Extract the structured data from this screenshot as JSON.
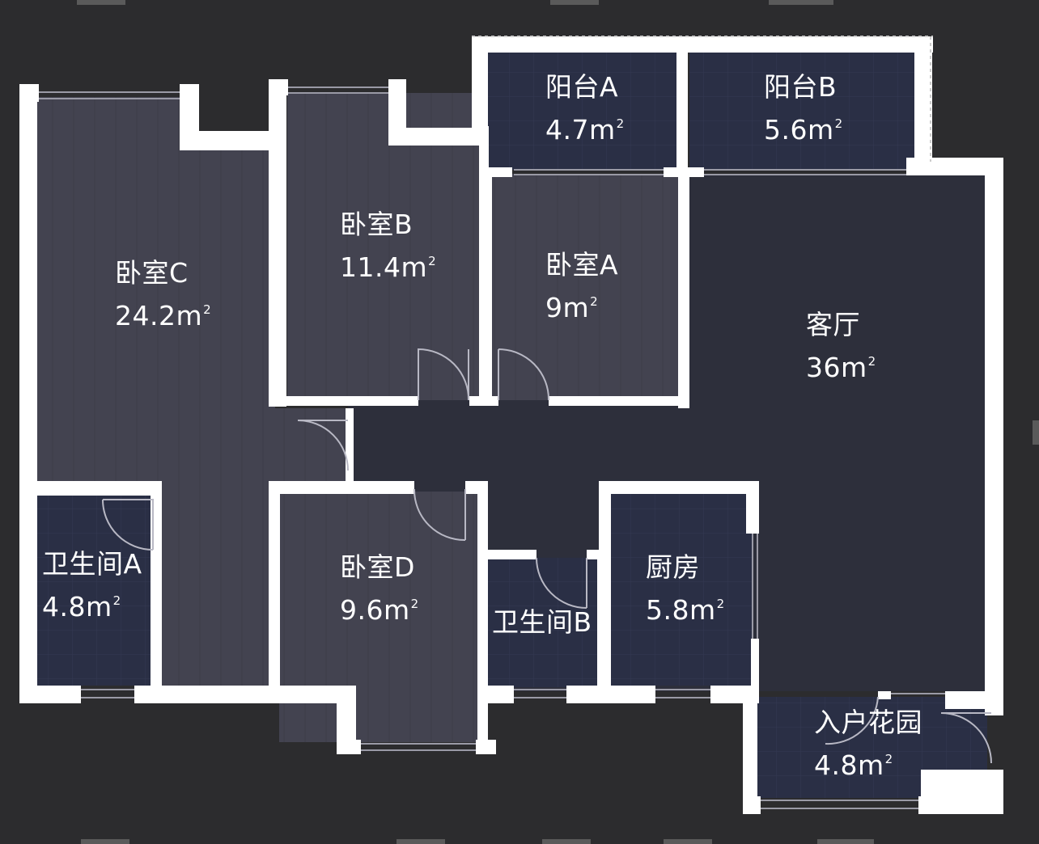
{
  "rooms": [
    {
      "id": "bedroom-c",
      "name": "卧室C",
      "area": "24.2",
      "unit": "m",
      "sup": "2"
    },
    {
      "id": "bedroom-b",
      "name": "卧室B",
      "area": "11.4",
      "unit": "m",
      "sup": "2"
    },
    {
      "id": "balcony-a",
      "name": "阳台A",
      "area": "4.7",
      "unit": "m",
      "sup": "2"
    },
    {
      "id": "balcony-b",
      "name": "阳台B",
      "area": "5.6",
      "unit": "m",
      "sup": "2"
    },
    {
      "id": "bedroom-a",
      "name": "卧室A",
      "area": "9",
      "unit": "m",
      "sup": "2"
    },
    {
      "id": "living-room",
      "name": "客厅",
      "area": "36",
      "unit": "m",
      "sup": "2"
    },
    {
      "id": "bathroom-a",
      "name": "卫生间A",
      "area": "4.8",
      "unit": "m",
      "sup": "2"
    },
    {
      "id": "bedroom-d",
      "name": "卧室D",
      "area": "9.6",
      "unit": "m",
      "sup": "2"
    },
    {
      "id": "bathroom-b",
      "name": "卫生间B",
      "area": "",
      "unit": "",
      "sup": ""
    },
    {
      "id": "kitchen",
      "name": "厨房",
      "area": "5.8",
      "unit": "m",
      "sup": "2"
    },
    {
      "id": "entry-garden",
      "name": "入户花园",
      "area": "4.8",
      "unit": "m",
      "sup": "2"
    }
  ],
  "colors": {
    "background": "#2c2c2e",
    "wall": "#ffffff",
    "wood_floor": "#434350",
    "tile_floor": "#2a2f45",
    "living_floor": "#2d2f3b"
  }
}
